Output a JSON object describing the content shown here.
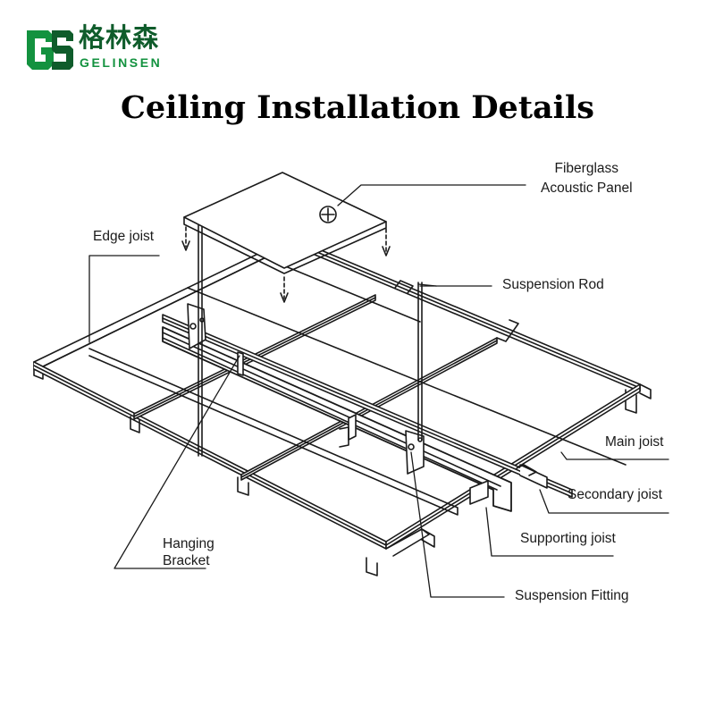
{
  "brand": {
    "chinese_name": "格林森",
    "latin_name": "GELINSEN",
    "logo_monogram": "GS",
    "colors": {
      "dark_green": "#0f5c2b",
      "light_green": "#13923f"
    }
  },
  "title": "Ceiling Installation Details",
  "callouts": {
    "acoustic_panel": [
      "Fiberglass",
      "Acoustic Panel"
    ],
    "edge_joist": "Edge joist",
    "suspension_rod": "Suspension Rod",
    "main_joist": "Main joist",
    "secondary_joist": "Secondary joist",
    "supporting_joist": "Supporting joist",
    "hanging_bracket": [
      "Hanging",
      "Bracket"
    ],
    "suspension_fitting": "Suspension Fitting"
  },
  "drawing_style": {
    "line_color": "#1a1a1a",
    "background": "#ffffff"
  }
}
